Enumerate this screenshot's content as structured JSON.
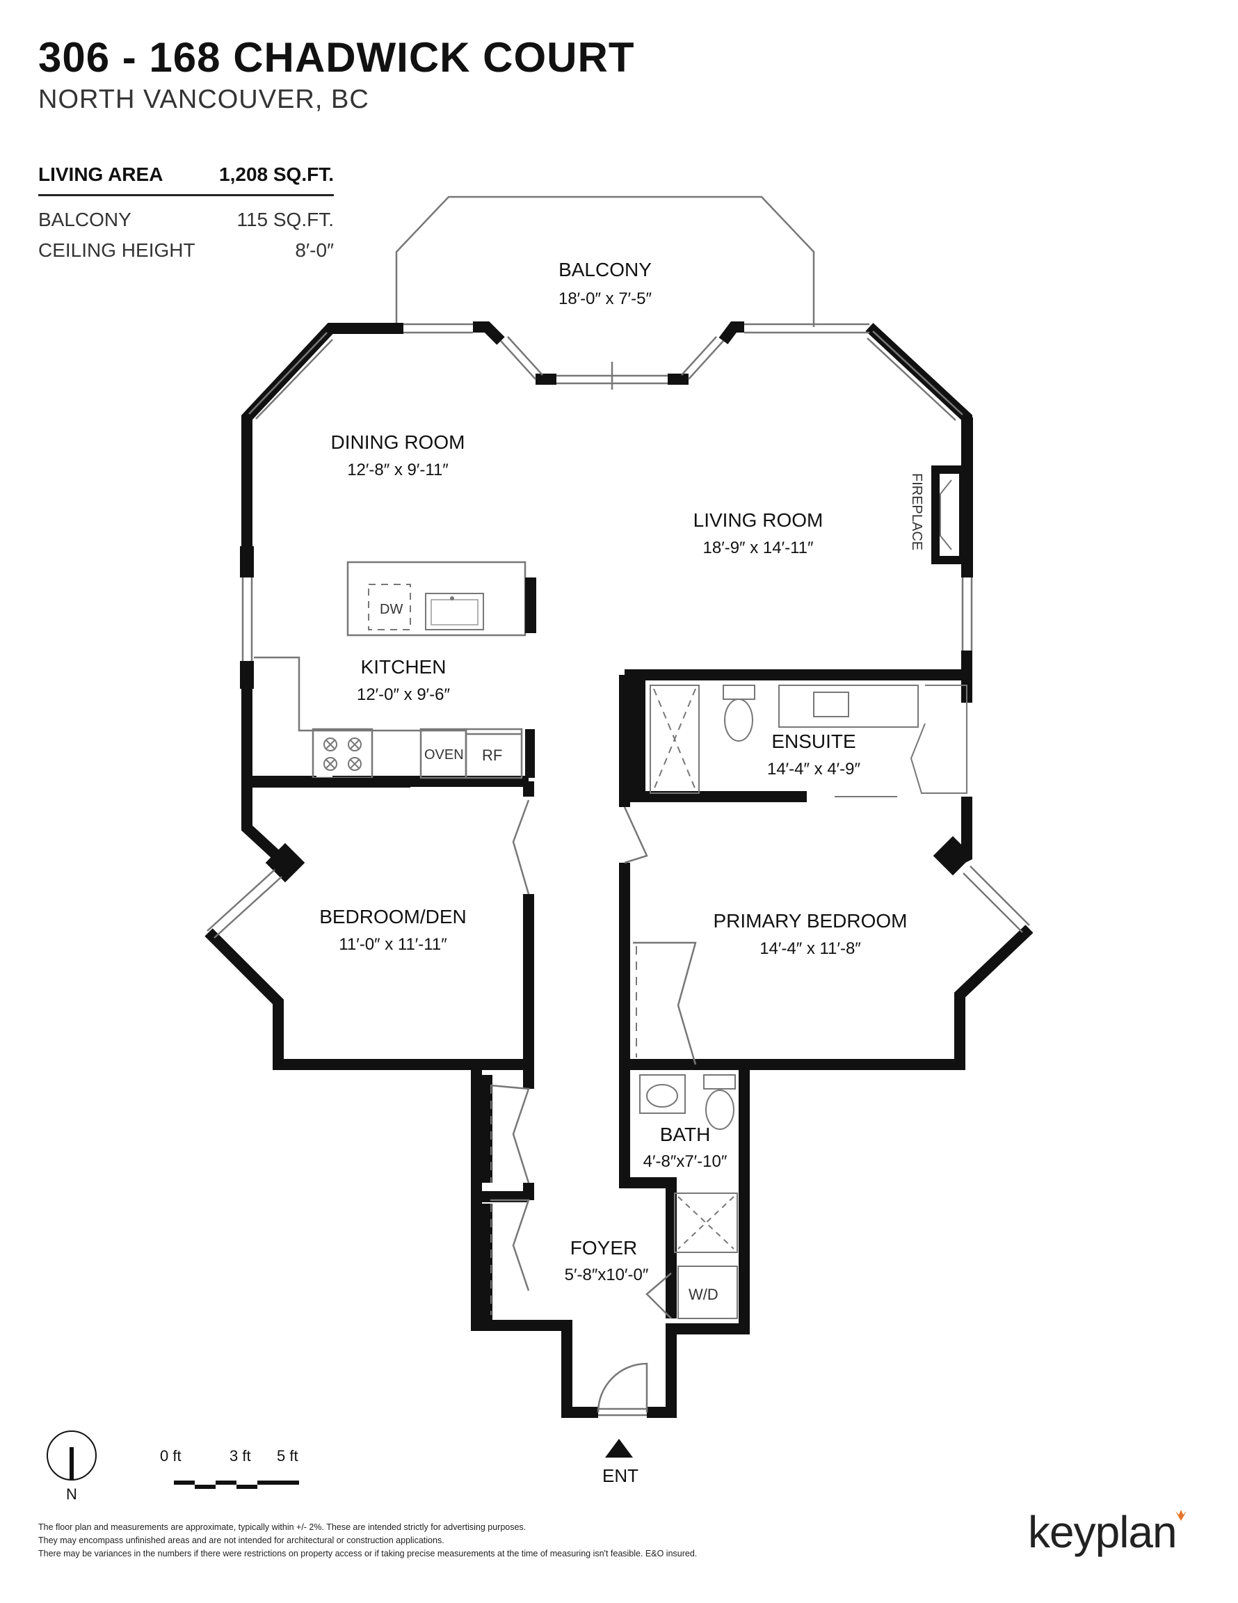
{
  "header": {
    "address": "306 - 168 CHADWICK COURT",
    "city": "NORTH VANCOUVER, BC"
  },
  "stats": {
    "living_area_label": "LIVING AREA",
    "living_area_value": "1,208 SQ.FT.",
    "balcony_label": "BALCONY",
    "balcony_value": "115 SQ.FT.",
    "ceiling_label": "CEILING HEIGHT",
    "ceiling_value": "8′-0″"
  },
  "rooms": {
    "balcony": {
      "name": "BALCONY",
      "dims": "18′-0″  x   7′-5″"
    },
    "dining": {
      "name": "DINING ROOM",
      "dims": "12′-8″  x   9′-11″"
    },
    "living": {
      "name": "LIVING ROOM",
      "dims": "18′-9″  x  14′-11″"
    },
    "kitchen": {
      "name": "KITCHEN",
      "dims": "12′-0″  x   9′-6″"
    },
    "ensuite": {
      "name": "ENSUITE",
      "dims": "14′-4″  x   4′-9″"
    },
    "bedroom_den": {
      "name": "BEDROOM/DEN",
      "dims": "11′-0″  x  11′-11″"
    },
    "primary": {
      "name": "PRIMARY BEDROOM",
      "dims": "14′-4″  x  11′-8″"
    },
    "bath": {
      "name": "BATH",
      "dims": "4′-8″x7′-10″"
    },
    "foyer": {
      "name": "FOYER",
      "dims": "5′-8″x10′-0″"
    }
  },
  "fixtures": {
    "dw": "DW",
    "oven": "OVEN",
    "rf": "RF",
    "wd": "W/D",
    "fireplace": "FIREPLACE",
    "entrance": "ENT"
  },
  "compass": {
    "north": "N"
  },
  "scale": {
    "t0": "0 ft",
    "t3": "3 ft",
    "t5": "5 ft"
  },
  "disclaimer": {
    "line1": "The floor plan and measurements are approximate, typically within +/- 2%. These are intended strictly for advertising purposes.",
    "line2": "They may encompass unfinished areas and are not intended for architectural or construction applications.",
    "line3": "There may be variances in the numbers if there were restrictions on property access or if taking precise measurements at the time of measuring isn't feasible. E&O insured."
  },
  "brand": {
    "name": "keyplan",
    "accent": "#e8742a"
  },
  "colors": {
    "wall": "#111111",
    "thin": "#777777"
  }
}
